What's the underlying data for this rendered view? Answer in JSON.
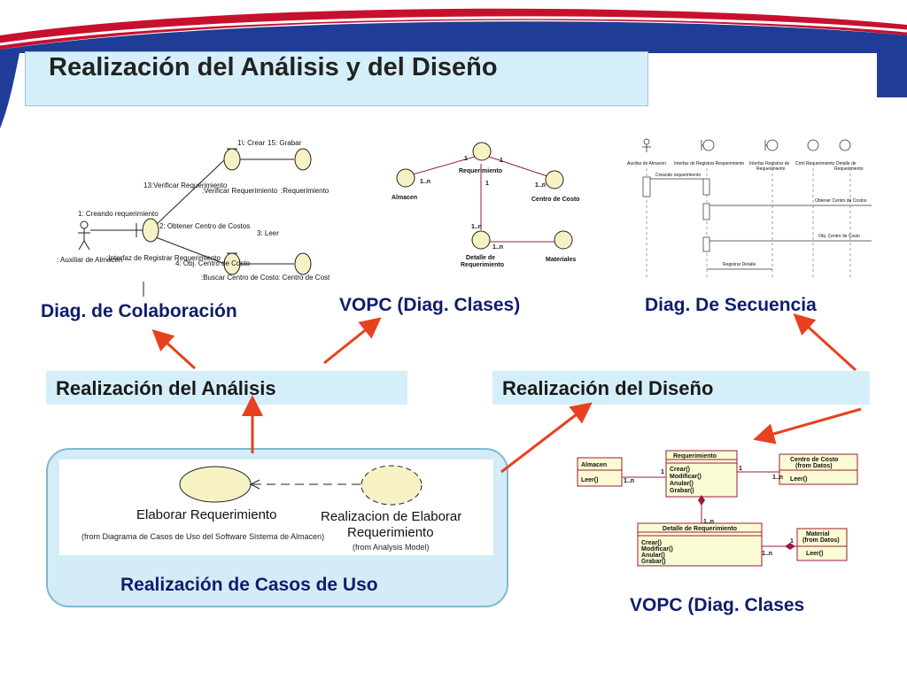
{
  "slide": {
    "title": "Realización del Análisis y del Diseño",
    "bands": {
      "analysis": "Realización del Análisis",
      "design": "Realización del Diseño"
    },
    "use_case_box": {
      "title": "Realización de Casos de Uso",
      "use_case_name": "Elaborar Requerimiento",
      "use_case_from": "(from Diagrama de Casos de Uso del Software Sistema de Almacen)",
      "realization_name_line1": "Realizacion de Elaborar",
      "realization_name_line2": "Requerimiento",
      "realization_from": "(from Analysis Model)"
    },
    "captions": {
      "collaboration": "Diag. de Colaboración",
      "vopc_analysis": "VOPC (Diag. Clases)",
      "sequence": "Diag. De Secuencia",
      "vopc_design": "VOPC (Diag. Clases"
    },
    "colors": {
      "arrow": "#e8411f",
      "caption": "#0f1d6b",
      "band": "#d5effa",
      "stripe_red": "#c8102e",
      "stripe_blue": "#1f3c96"
    }
  },
  "collab": {
    "msg_crear": "1\\: Crear",
    "msg_grabar": "15: Grabar",
    "msg_verificar": "13:Verificar Requerimiento",
    "obj_verificar": ":Verificar Requerimiento",
    "obj_requerimiento": ":Requerimiento",
    "msg_creando": "1: Creando requerimiento",
    "msg_obtener": "2: Obtener Centro de Costos",
    "msg_leer": "3: Leer",
    "msg_obj_centro": "4: Obj. Centro de Costo",
    "obj_actor": ": Auxiliar de Almacen",
    "obj_interfaz": ":Interfaz de Registrar Requerimiento",
    "obj_buscar": ":Buscar Centro de Costo",
    "obj_centro": ": Centro de Costo"
  },
  "vopc1": {
    "requerimiento": "Requerimiento",
    "almacen": "Almacen",
    "centro": "Centro de Costo",
    "detalle_1": "Detalle de",
    "detalle_2": "Requerimiento",
    "materiales": "Materiales",
    "m1": "1",
    "m2": "1",
    "m3": "1..n",
    "m4": "1..n",
    "m5": "1",
    "m6": "1..n",
    "m7": "1..n"
  },
  "seq": {
    "ll_aux": "Auxiliar de Almacen",
    "ll_interfaz": "Interfaz de Registrar Requerimiento",
    "ll_interfaz2_a": "Interfaz Registrar de",
    "ll_interfaz2_b": "Requerimiento",
    "ll_ctrl": "Cntrl Requerimiento",
    "ll_detalle_a": "Detalle de",
    "ll_detalle_b": "Requerimiento",
    "m_creando": "Creando requerimiento",
    "m_obtener": "Obtener Centro de Costos",
    "m_obj": "Obj. Centro de Costo",
    "m_registrar": "Registrar Detalle"
  },
  "vopc2": {
    "almacen": "Almacen",
    "almacen_op": "Leer()",
    "req": "Requerimiento",
    "req_ops": [
      "Crear()",
      "Modificar()",
      "Anular()",
      "Grabar()"
    ],
    "centro": "Centro de Costo",
    "centro_sub": "(from Datos)",
    "centro_op": "Leer()",
    "detalle": "Detalle de Requerimiento",
    "detalle_ops": [
      "Crear()",
      "Modificar()",
      "Anular()",
      "Grabar()"
    ],
    "material": "Material",
    "material_sub": "(from Datos)",
    "material_op": "Leer()",
    "m_a": "1",
    "m_b": "1..n",
    "m_c": "1",
    "m_d": "1..n",
    "m_e": "1..n",
    "m_f": "1..n",
    "m_g": "1"
  }
}
